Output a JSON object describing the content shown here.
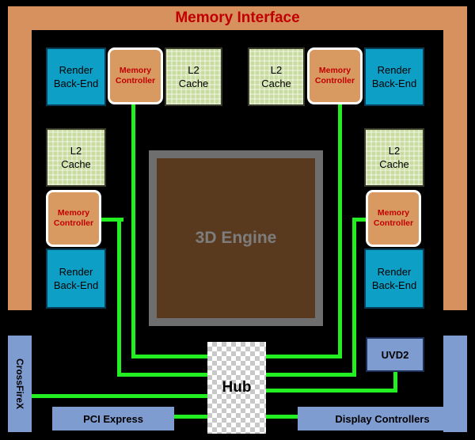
{
  "title": "Memory Interface",
  "engine": "3D Engine",
  "hub": "Hub",
  "uvd": "UVD2",
  "crossfire": "CrossFireX",
  "pci": "PCI Express",
  "display": "Display Controllers",
  "render_backend": "Render Back-End",
  "l2_cache": "L2 Cache",
  "memory_controller": "Memory Controller"
}
